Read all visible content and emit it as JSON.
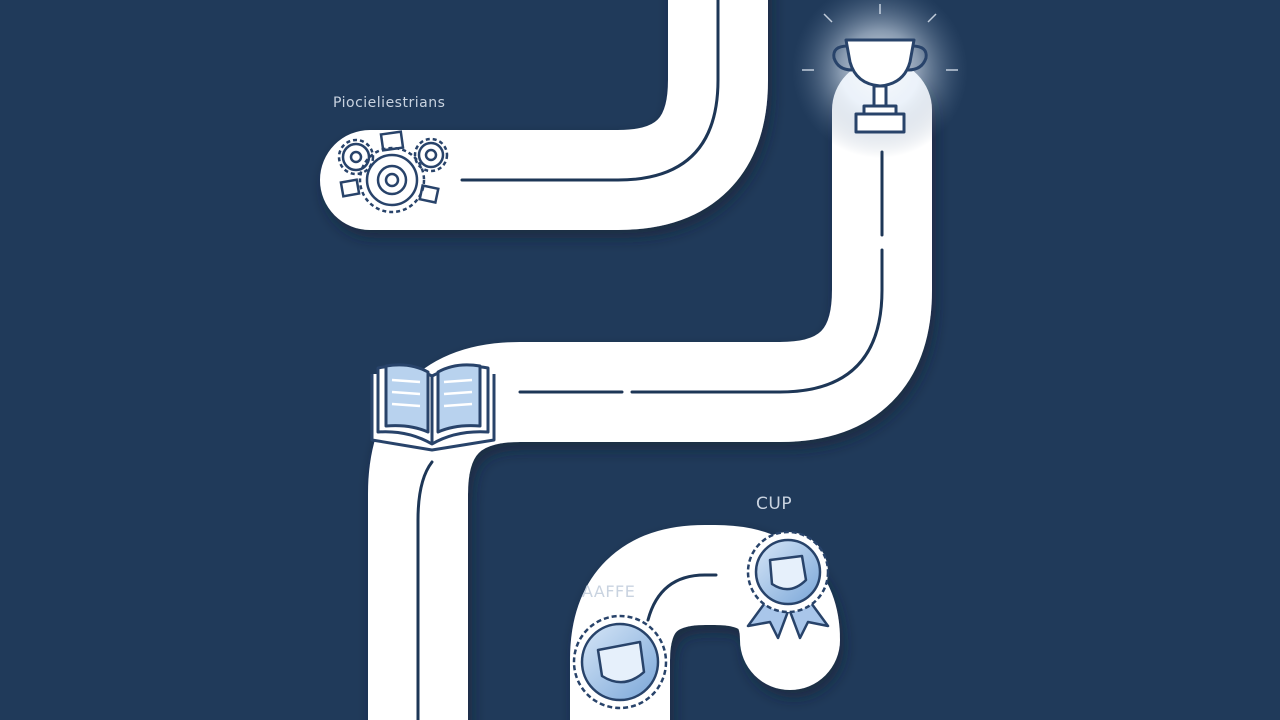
{
  "labels": {
    "top_left": "Piocieliestrians",
    "bottom_left": "AAFFE",
    "bottom_right": "CUP"
  },
  "icons": [
    "gears-icon",
    "trophy-icon",
    "open-book-icon",
    "award-badge-icon",
    "award-ribbon-icon"
  ],
  "colors": {
    "background": "#203a5a",
    "path": "#ffffff",
    "center_line": "#1d3656",
    "icon_stroke": "#28436a",
    "icon_fill": "#b8d2ee",
    "glow": "#dde8f6"
  }
}
